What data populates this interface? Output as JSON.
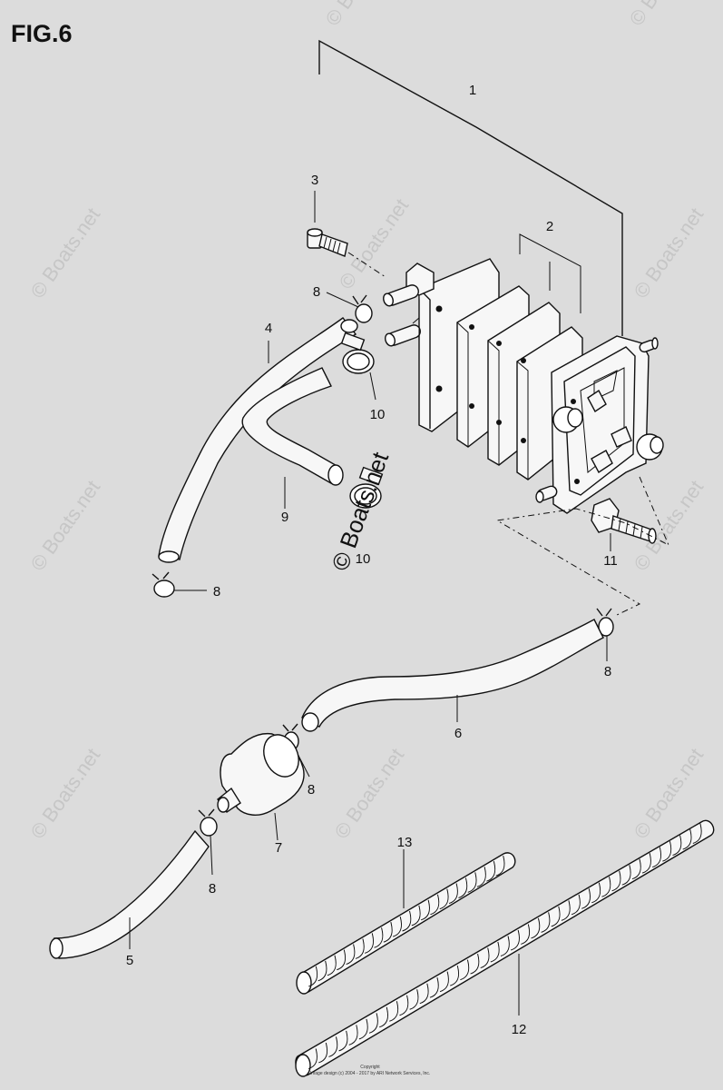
{
  "figure": {
    "title": "FIG.6"
  },
  "callouts": {
    "c1": "1",
    "c2": "2",
    "c3": "3",
    "c4": "4",
    "c5": "5",
    "c6": "6",
    "c7": "7",
    "c8": "8",
    "c9": "9",
    "c10": "10",
    "c11": "11",
    "c12": "12",
    "c13": "13"
  },
  "watermark": {
    "text": "© Boats.net"
  },
  "footer": {
    "line1": "Copyright",
    "line2": "Image design (c) 2004 - 2017 by ARI Network Services, Inc."
  },
  "colors": {
    "background": "#dcdcdc",
    "line": "#111111",
    "watermark": "#c6c6c6"
  }
}
